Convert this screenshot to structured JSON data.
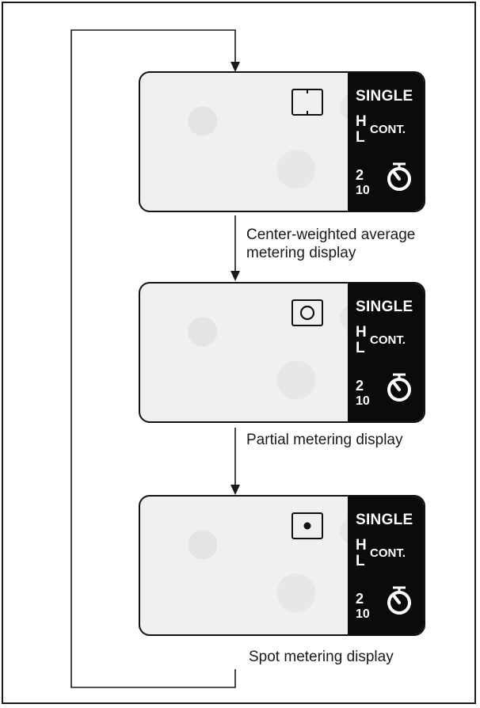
{
  "lcd_labels": {
    "single": "SINGLE",
    "h": "H",
    "l": "L",
    "cont": "CONT.",
    "two": "2",
    "ten": "10"
  },
  "displays": [
    {
      "metering_icon": "center-weighted-metering-icon",
      "caption_lines": [
        "Center-weighted average",
        "metering display"
      ]
    },
    {
      "metering_icon": "partial-metering-icon",
      "caption_lines": [
        "Partial metering display"
      ]
    },
    {
      "metering_icon": "spot-metering-icon",
      "caption_lines": [
        "Spot metering display"
      ]
    }
  ],
  "colors": {
    "ink": "#111111",
    "lcd_background": "#f0f0f0",
    "panel": "#0b0b0b"
  }
}
